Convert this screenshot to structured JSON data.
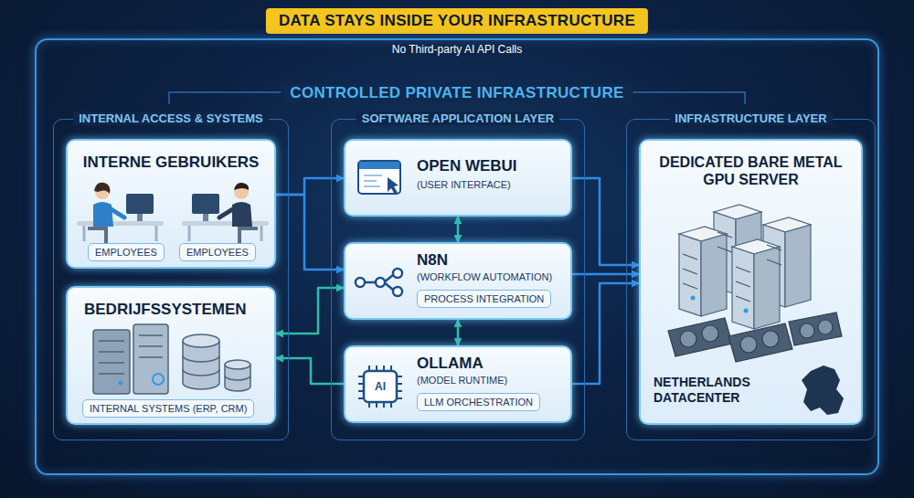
{
  "diagram": {
    "title": "DATA STAYS INSIDE YOUR INFRASTRUCTURE",
    "nodes": [
      {
        "text": [
          "CONTROLLED PRIVATE INFRASTRUCTURE"
        ]
      },
      {
        "text": [
          "INTERNAL ACCESS & SYSTEMS"
        ],
        "in": 0
      },
      {
        "text": [
          "INTERNE GEBRUIKERS",
          "EMPLOYEES",
          "EMPLOYEES"
        ],
        "in": 1
      },
      {
        "text": [
          "BEDRIJFSSYSTEMEN",
          "INTERNAL SYSTEMS (ERP, CRM)"
        ],
        "in": 1
      },
      {
        "text": [
          "SOFTWARE APPLICATION LAYER"
        ],
        "in": 0
      },
      {
        "text": [
          "OPEN WEBUI",
          "(USER INTERFACE)"
        ],
        "in": 4
      },
      {
        "text": [
          "N8N",
          "(WORKFLOW AUTOMATION)",
          "PROCESS INTEGRATION"
        ],
        "in": 4
      },
      {
        "text": [
          "OLLAMA",
          "(MODEL RUNTIME)",
          "LLM ORCHESTRATION"
        ],
        "in": 4
      },
      {
        "text": [
          "INFRASTRUCTURE LAYER"
        ],
        "in": 0
      },
      {
        "text": [
          "DEDICATED BARE METAL GPU SERVER",
          "NETHERLANDS DATACENTER"
        ],
        "in": 8
      }
    ],
    "edges": [
      {
        "from": 2,
        "to": 5,
        "arrow": "to"
      },
      {
        "from": 2,
        "to": 6,
        "arrow": "to"
      },
      {
        "from": 3,
        "to": 6,
        "arrow": "both"
      },
      {
        "from": 7,
        "to": 3,
        "arrow": "to"
      },
      {
        "from": 5,
        "to": 6,
        "arrow": "both"
      },
      {
        "from": 6,
        "to": 7,
        "arrow": "both"
      },
      {
        "from": 5,
        "to": 9,
        "arrow": "to"
      },
      {
        "from": 6,
        "to": 9,
        "arrow": "to"
      },
      {
        "from": 7,
        "to": 9,
        "arrow": "to"
      }
    ],
    "labels": [
      "No Third-party AI API Calls",
      "AI"
    ]
  }
}
